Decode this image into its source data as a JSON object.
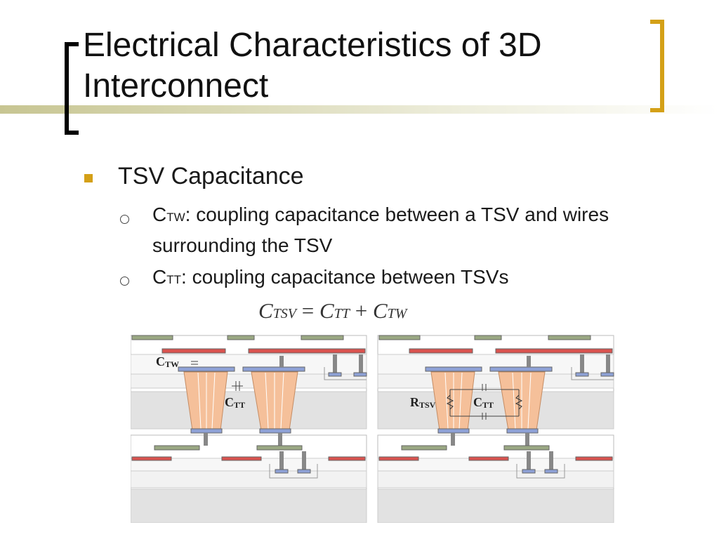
{
  "slide": {
    "title": "Electrical Characteristics of 3D Interconnect",
    "bullet1": "TSV Capacitance",
    "sub1": {
      "main": "C",
      "subscript": "TW",
      "text": ": coupling capacitance between a TSV and wires surrounding the TSV"
    },
    "sub2": {
      "main": "C",
      "subscript": "TT",
      "text": ": coupling capacitance between TSVs"
    },
    "formula": {
      "lhs_main": "C",
      "lhs_sub": "TSV",
      "eq": " = ",
      "t1_main": "C",
      "t1_sub": "TT",
      "plus": " + ",
      "t2_main": "C",
      "t2_sub": "TW"
    }
  },
  "figure": {
    "labels": {
      "ctw": "C",
      "ctw_sub": "TW",
      "ctt_left": "C",
      "ctt_left_sub": "TT",
      "rtsv": "R",
      "rtsv_sub": "TSV",
      "ctt_right": "C",
      "ctt_right_sub": "TT"
    }
  },
  "colors": {
    "bullet_accent": "#d4a017",
    "bracket_right": "#d4a017",
    "tsv_fill": "#f5c09a",
    "metal_red": "#d9534f",
    "metal_green": "#9aa883",
    "metal_blue": "#8ea1d6"
  }
}
